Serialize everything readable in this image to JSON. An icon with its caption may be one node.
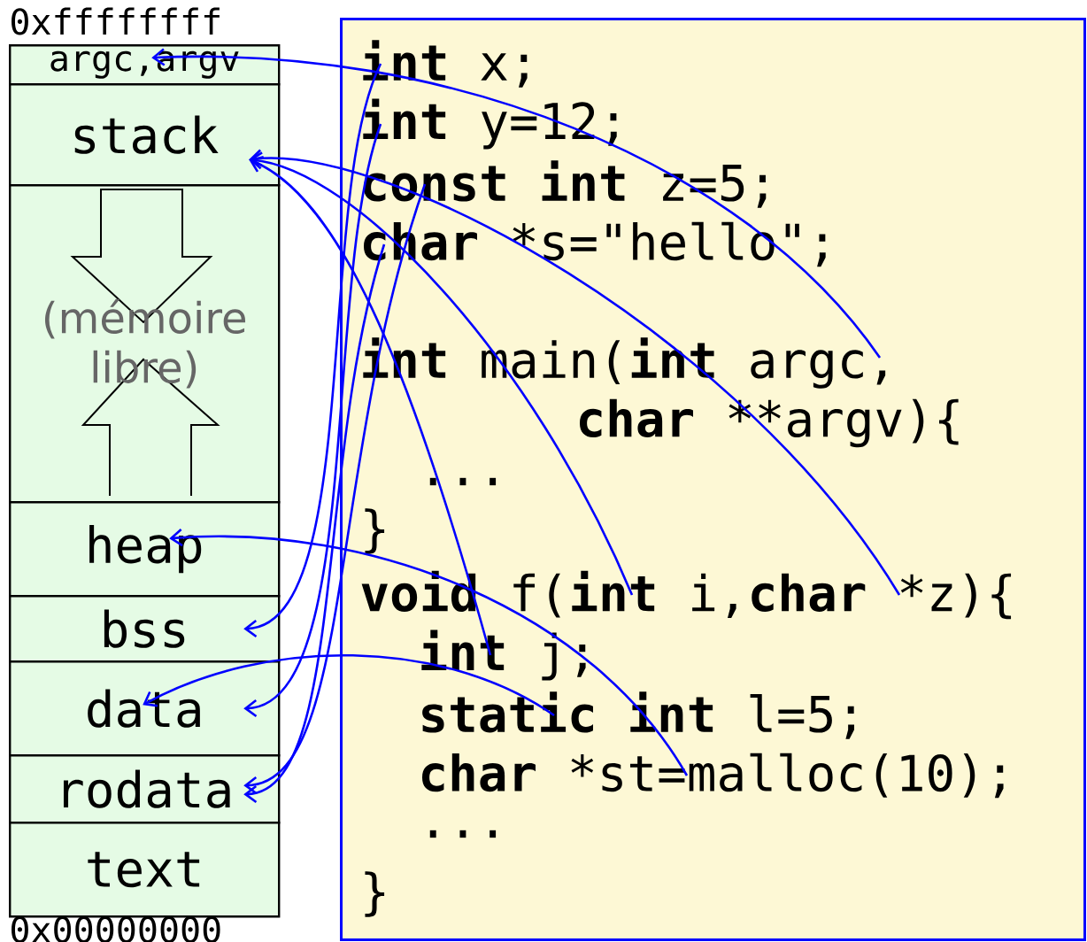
{
  "diagram": {
    "nodes": [
      {
        "text": [
          "argc,argv"
        ]
      },
      {
        "text": [
          "stack"
        ]
      },
      {
        "text": [
          "(mémoire libre)"
        ]
      },
      {
        "text": [
          "heap"
        ]
      },
      {
        "text": [
          "bss"
        ]
      },
      {
        "text": [
          "data"
        ]
      },
      {
        "text": [
          "rodata"
        ]
      },
      {
        "text": [
          "text"
        ]
      },
      {
        "text": [],
        "shape": "box"
      },
      {
        "text": [
          "**int** x;"
        ],
        "in": 8
      },
      {
        "text": [
          "**int** y=12;"
        ],
        "in": 8
      },
      {
        "text": [
          "**const** **int** z=5;"
        ],
        "in": 8
      },
      {
        "text": [
          "**char** *s=\"hello\";"
        ],
        "in": 8
      },
      {
        "text": [
          "**int** main(**int** argc,"
        ],
        "in": 8
      },
      {
        "text": [
          "**char** **argv){"
        ],
        "in": 8
      },
      {
        "text": [
          "..."
        ],
        "in": 8
      },
      {
        "text": [
          "}"
        ],
        "in": 8
      },
      {
        "text": [
          "**void** f(**int** i,**char** *z){"
        ],
        "in": 8
      },
      {
        "text": [
          "**int** j;"
        ],
        "in": 8
      },
      {
        "text": [
          "**static** **int** l=5;"
        ],
        "in": 8
      },
      {
        "text": [
          "**char** *st=malloc(10);"
        ],
        "in": 8
      },
      {
        "text": [
          "..."
        ],
        "in": 8
      },
      {
        "text": [
          "}"
        ],
        "in": 8
      }
    ],
    "edges": [
      {
        "from": 9,
        "to": 4,
        "arrow": "to"
      },
      {
        "from": 10,
        "to": 5,
        "arrow": "to"
      },
      {
        "from": 11,
        "to": 6,
        "arrow": "to"
      },
      {
        "from": 12,
        "to": 6,
        "arrow": "to"
      },
      {
        "from": 13,
        "to": 0,
        "arrow": "to"
      },
      {
        "from": 17,
        "to": 1,
        "arrow": "to"
      },
      {
        "from": 17,
        "to": 1,
        "arrow": "to"
      },
      {
        "from": 18,
        "to": 1,
        "arrow": "to"
      },
      {
        "from": 19,
        "to": 5,
        "arrow": "to"
      },
      {
        "from": 20,
        "to": 3,
        "arrow": "to"
      }
    ],
    "labels": [
      "0xffffffff",
      "0x00000000"
    ]
  }
}
